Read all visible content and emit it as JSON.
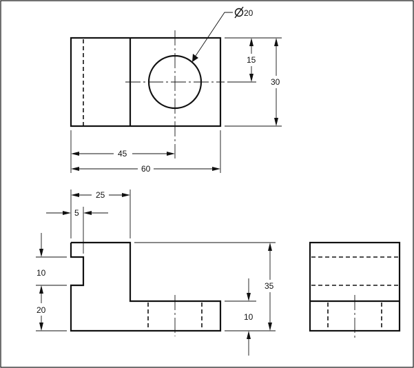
{
  "dimensions": {
    "hole_diameter": "20",
    "hole_center_offset": "15",
    "top_height": "30",
    "hole_center_x": "45",
    "overall_length": "60",
    "upright_width": "25",
    "slot_width": "5",
    "slot_depth": "10",
    "lower_step": "20",
    "overall_height": "35",
    "base_height": "10"
  }
}
